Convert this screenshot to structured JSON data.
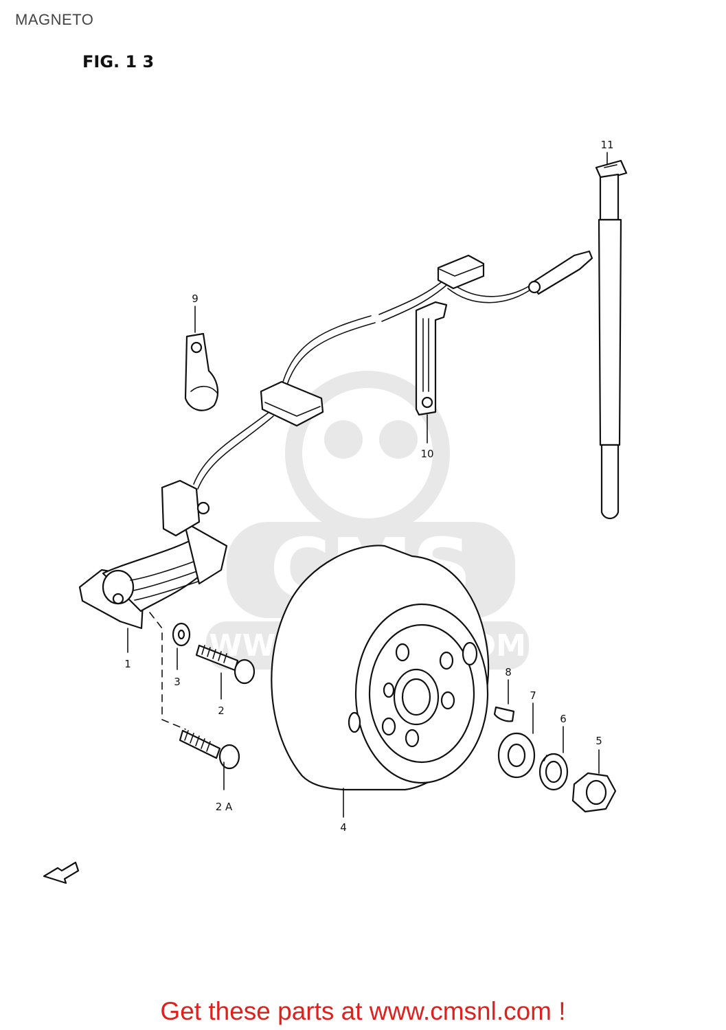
{
  "header": {
    "title": "MAGNETO"
  },
  "figure": {
    "label": "FIG. 1 3"
  },
  "watermark": {
    "brand": "CMS",
    "url": "WWW.CMSNL.COM"
  },
  "callouts": [
    {
      "id": "1",
      "label": "1"
    },
    {
      "id": "2",
      "label": "2"
    },
    {
      "id": "2a",
      "label": "2 A"
    },
    {
      "id": "3",
      "label": "3"
    },
    {
      "id": "4",
      "label": "4"
    },
    {
      "id": "5",
      "label": "5"
    },
    {
      "id": "6",
      "label": "6"
    },
    {
      "id": "7",
      "label": "7"
    },
    {
      "id": "8",
      "label": "8"
    },
    {
      "id": "9",
      "label": "9"
    },
    {
      "id": "10",
      "label": "10"
    },
    {
      "id": "11",
      "label": "11"
    }
  ],
  "direction_marker": {
    "label": "FWD"
  },
  "footer": {
    "text": "Get these parts at www.cmsnl.com !"
  }
}
